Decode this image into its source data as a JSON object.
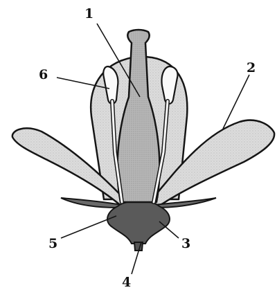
{
  "labels": {
    "l1": "1",
    "l2": "2",
    "l3": "3",
    "l4": "4",
    "l5": "5",
    "l6": "6"
  },
  "colors": {
    "outline": "#151515",
    "petal_fill": "#dcdcdc",
    "back_petal_fill": "#d2d2d2",
    "pistil_fill": "#b6b6b6",
    "receptacle_fill": "#5a5a5a",
    "sepal_fill": "#6a6a6a",
    "stamen_fill": "#fafafa",
    "background": "#ffffff"
  }
}
